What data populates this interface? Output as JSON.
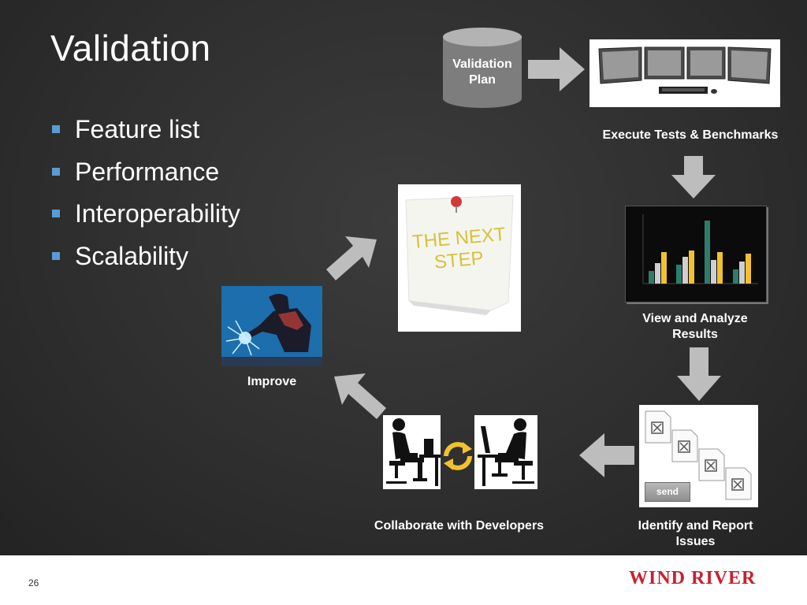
{
  "title": "Validation",
  "bullets": [
    "Feature list",
    "Performance",
    "Interoperability",
    "Scalability"
  ],
  "flow": {
    "plan": {
      "line1": "Validation",
      "line2": "Plan"
    },
    "execute": "Execute Tests & Benchmarks",
    "view": {
      "line1": "View and Analyze",
      "line2": "Results"
    },
    "identify": {
      "line1": "Identify and Report",
      "line2": "Issues"
    },
    "collaborate": "Collaborate with Developers",
    "improve": "Improve",
    "send_label": "send"
  },
  "note": {
    "line1": "THE NEXT",
    "line2": "STEP"
  },
  "footer": {
    "page_number": "26",
    "logo_text": "WIND RIVER"
  },
  "colors": {
    "accent_bullet": "#5a9bd5",
    "logo_red": "#c8202f",
    "arrow_gray": "#bdbdbd",
    "sync_yellow": "#f2c12e"
  }
}
